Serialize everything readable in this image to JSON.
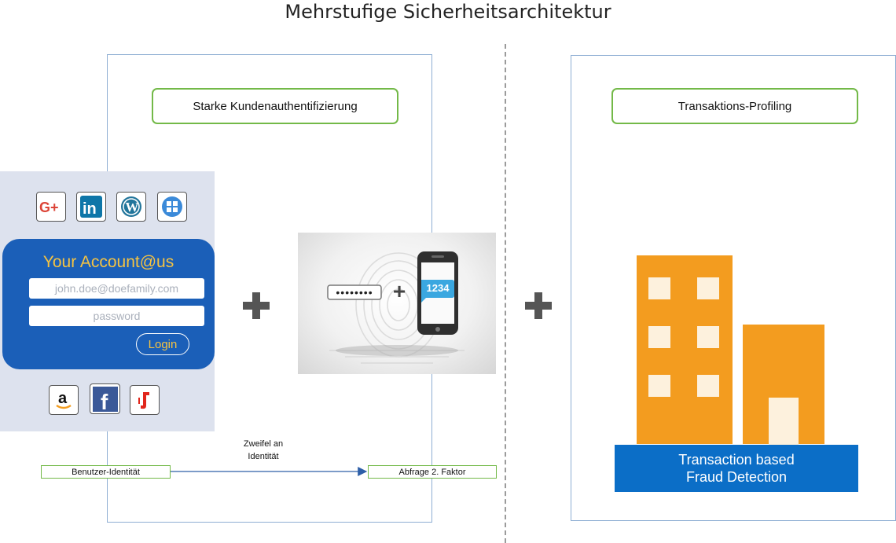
{
  "title": "Mehrstufige Sicherheitsarchitektur",
  "left_section": {
    "heading": "Starke Kundenauthentifizierung",
    "login_card": {
      "social_top": [
        "google-plus-icon",
        "linkedin-icon",
        "wordpress-icon",
        "windows-icon"
      ],
      "account_title": "Your Account@us",
      "email_placeholder": "john.doe@doefamily.com",
      "password_placeholder": "password",
      "login_label": "Login",
      "social_bottom": [
        "amazon-icon",
        "facebook-icon",
        "music-icon"
      ]
    },
    "factor_image": {
      "password_dots": "••••••••",
      "plus": "+",
      "sms_code": "1234"
    },
    "flow": {
      "source": "Benutzer-Identität",
      "edge_label_line1": "Zweifel an",
      "edge_label_line2": "Identität",
      "target": "Abfrage  2. Faktor"
    }
  },
  "right_section": {
    "heading": "Transaktions-Profiling",
    "banner_line1": "Transaction based",
    "banner_line2": "Fraud Detection"
  },
  "colors": {
    "frame": "#8eaed3",
    "pill_border": "#73b948",
    "login_blue": "#1b5fb8",
    "login_accent": "#f5c342",
    "building_orange": "#f39c1f",
    "banner_blue": "#0b6ec7",
    "plus_gray": "#555555"
  }
}
